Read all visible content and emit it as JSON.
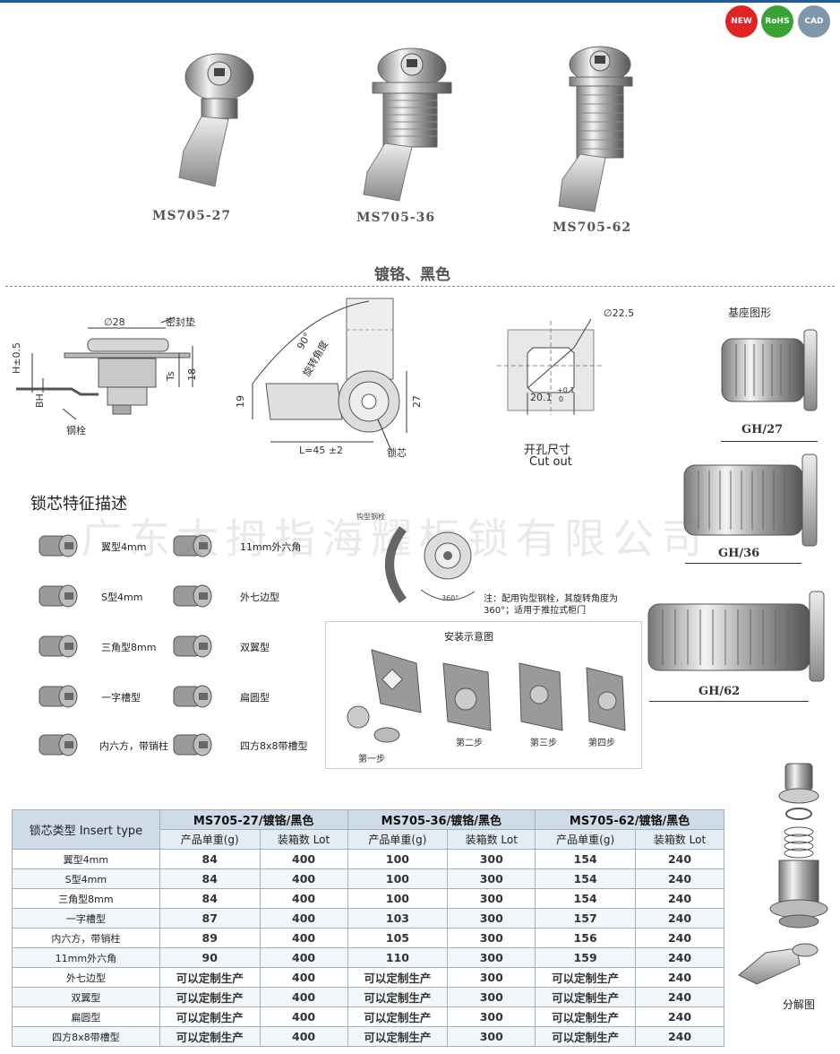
{
  "badges": {
    "new": "NEW",
    "rohs": "RoHS",
    "cad": "CAD"
  },
  "products": [
    {
      "model": "MS705-27"
    },
    {
      "model": "MS705-36"
    },
    {
      "model": "MS705-62"
    }
  ],
  "finish_title": "镀铬、黑色",
  "drawing": {
    "dia28": "∅28",
    "seal": "密封垫",
    "h": "H±0.5",
    "bh": "BH",
    "ts": "Ts",
    "n18": "18",
    "bolt": "钢栓",
    "angle90": "90°",
    "rot_angle": "旋转角度",
    "n19": "19",
    "n27": "27",
    "l45": "L=45 ±2",
    "core": "锁芯",
    "dia225": "∅22.5",
    "n201": "20.1",
    "tol_plus": "+0.1",
    "tol_zero": "0",
    "cutout_cn": "开孔尺寸",
    "cutout_en": "Cut out",
    "base_title": "基座图形",
    "gh27": "GH/27",
    "gh36": "GH/36",
    "gh62": "GH/62"
  },
  "features": {
    "title": "锁芯特征描述",
    "items": [
      "翼型4mm",
      "11mm外六角",
      "S型4mm",
      "外七边型",
      "三角型8mm",
      "双翼型",
      "一字槽型",
      "扁圆型",
      "内六方，带销柱",
      "四方8x8带槽型"
    ]
  },
  "watermark": "广东太拇指海耀柜锁有限公司",
  "hook_note": {
    "label": "钩型钢栓",
    "angle": "360°",
    "text": "注：配用钩型钢栓，其旋转角度为360°；适用于推拉式柜门"
  },
  "install": {
    "title": "安装示意图",
    "steps": [
      "第一步",
      "第二步",
      "第三步",
      "第四步"
    ]
  },
  "exploded_label": "分解图",
  "table": {
    "corner": "锁芯类型  Insert type",
    "groups": [
      "MS705-27/镀铬/黑色",
      "MS705-36/镀铬/黑色",
      "MS705-62/镀铬/黑色"
    ],
    "sub_weight": "产品单重(g)",
    "sub_lot": "装箱数 Lot",
    "rows": [
      {
        "name": "翼型4mm",
        "v": [
          "84",
          "400",
          "100",
          "300",
          "154",
          "240"
        ]
      },
      {
        "name": "S型4mm",
        "v": [
          "84",
          "400",
          "100",
          "300",
          "154",
          "240"
        ]
      },
      {
        "name": "三角型8mm",
        "v": [
          "84",
          "400",
          "100",
          "300",
          "154",
          "240"
        ]
      },
      {
        "name": "一字槽型",
        "v": [
          "87",
          "400",
          "103",
          "300",
          "157",
          "240"
        ]
      },
      {
        "name": "内六方，带销柱",
        "v": [
          "89",
          "400",
          "105",
          "300",
          "156",
          "240"
        ]
      },
      {
        "name": "11mm外六角",
        "v": [
          "90",
          "400",
          "110",
          "300",
          "159",
          "240"
        ]
      },
      {
        "name": "外七边型",
        "v": [
          "可以定制生产",
          "400",
          "可以定制生产",
          "300",
          "可以定制生产",
          "240"
        ]
      },
      {
        "name": "双翼型",
        "v": [
          "可以定制生产",
          "400",
          "可以定制生产",
          "300",
          "可以定制生产",
          "240"
        ]
      },
      {
        "name": "扁圆型",
        "v": [
          "可以定制生产",
          "400",
          "可以定制生产",
          "300",
          "可以定制生产",
          "240"
        ]
      },
      {
        "name": "四方8x8带槽型",
        "v": [
          "可以定制生产",
          "400",
          "可以定制生产",
          "300",
          "可以定制生产",
          "240"
        ]
      }
    ]
  },
  "colors": {
    "accent": "#1f5c99",
    "new": "#e02424",
    "rohs": "#3aa335",
    "cad": "#7f97ab"
  }
}
